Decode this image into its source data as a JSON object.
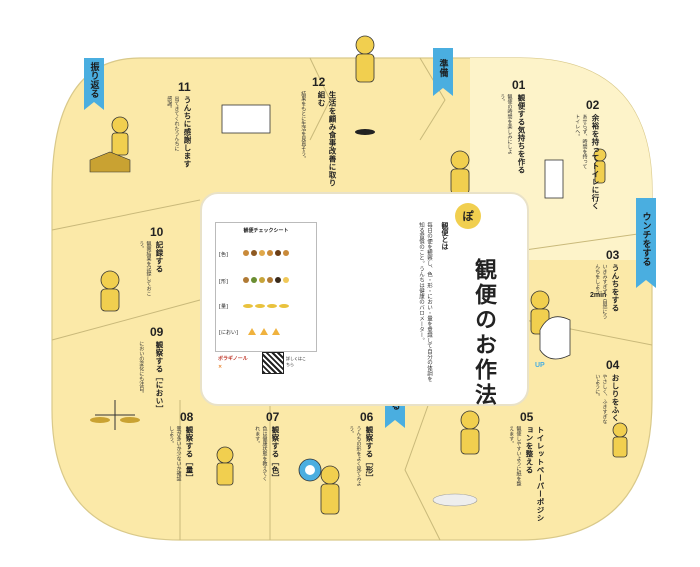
{
  "main_title": "観便のお作法",
  "logo_text": "ぽ",
  "intro_heading": "観便とは",
  "intro_body": "毎日の便を観察し、色・形・におい・量を意識して自分の体調を知る習慣のこと。うんちは健康のバロメーター。",
  "check_sheet": {
    "title": "観便チェックシート",
    "rows": [
      "[色]",
      "[形]",
      "[量]",
      "[におい]"
    ]
  },
  "brand_name_1": "ボラギノール",
  "brand_name_2": "×",
  "qr_caption": "詳しくはこちら",
  "phases": {
    "prepare": "準備",
    "defecate": "ウンチをする",
    "observe": "観る",
    "reflect": "振り返る"
  },
  "steps": [
    {
      "num": "01",
      "title": "観便する気持ちを作る",
      "desc": "観便の時間を楽しみにしよう。"
    },
    {
      "num": "02",
      "title": "余裕を持ってトイレに行く",
      "desc": "あせらず、時間を持ってトイレへ。"
    },
    {
      "num": "03",
      "title": "うんちをする",
      "desc": "いきみすぎず、自然にうんちをしよう。"
    },
    {
      "num": "04",
      "title": "おしりをふく",
      "desc": "やさしく、ふきすぎないように。"
    },
    {
      "num": "05",
      "title": "トイレットペーパーポジションを整える",
      "desc": "観便しやすいように紙を整えます。"
    },
    {
      "num": "06",
      "title": "観察する［形］",
      "desc": "うんちの形をよく見てみよう。"
    },
    {
      "num": "07",
      "title": "観察する［色］",
      "desc": "色は健康状態を教えてくれます。"
    },
    {
      "num": "08",
      "title": "観察する［量］",
      "desc": "量が多いか少ないか確認しよう。"
    },
    {
      "num": "09",
      "title": "観察する［におい］",
      "desc": "においの変化にも注目。"
    },
    {
      "num": "10",
      "title": "記録する",
      "desc": "観察結果を記録しておこう。"
    },
    {
      "num": "11",
      "title": "うんちに感謝します",
      "desc": "出てきてくれたうんちに感謝。"
    },
    {
      "num": "12",
      "title": "生活を顧み食事改善に取り組む",
      "desc": "結果をもとに生活を見直そう。"
    }
  ],
  "badges": {
    "time": "2min",
    "up": "UP"
  },
  "colors": {
    "band": "#fbe9a8",
    "band_light": "#fdf3c9",
    "tag": "#4aaee0",
    "accent": "#f1cf4f"
  }
}
